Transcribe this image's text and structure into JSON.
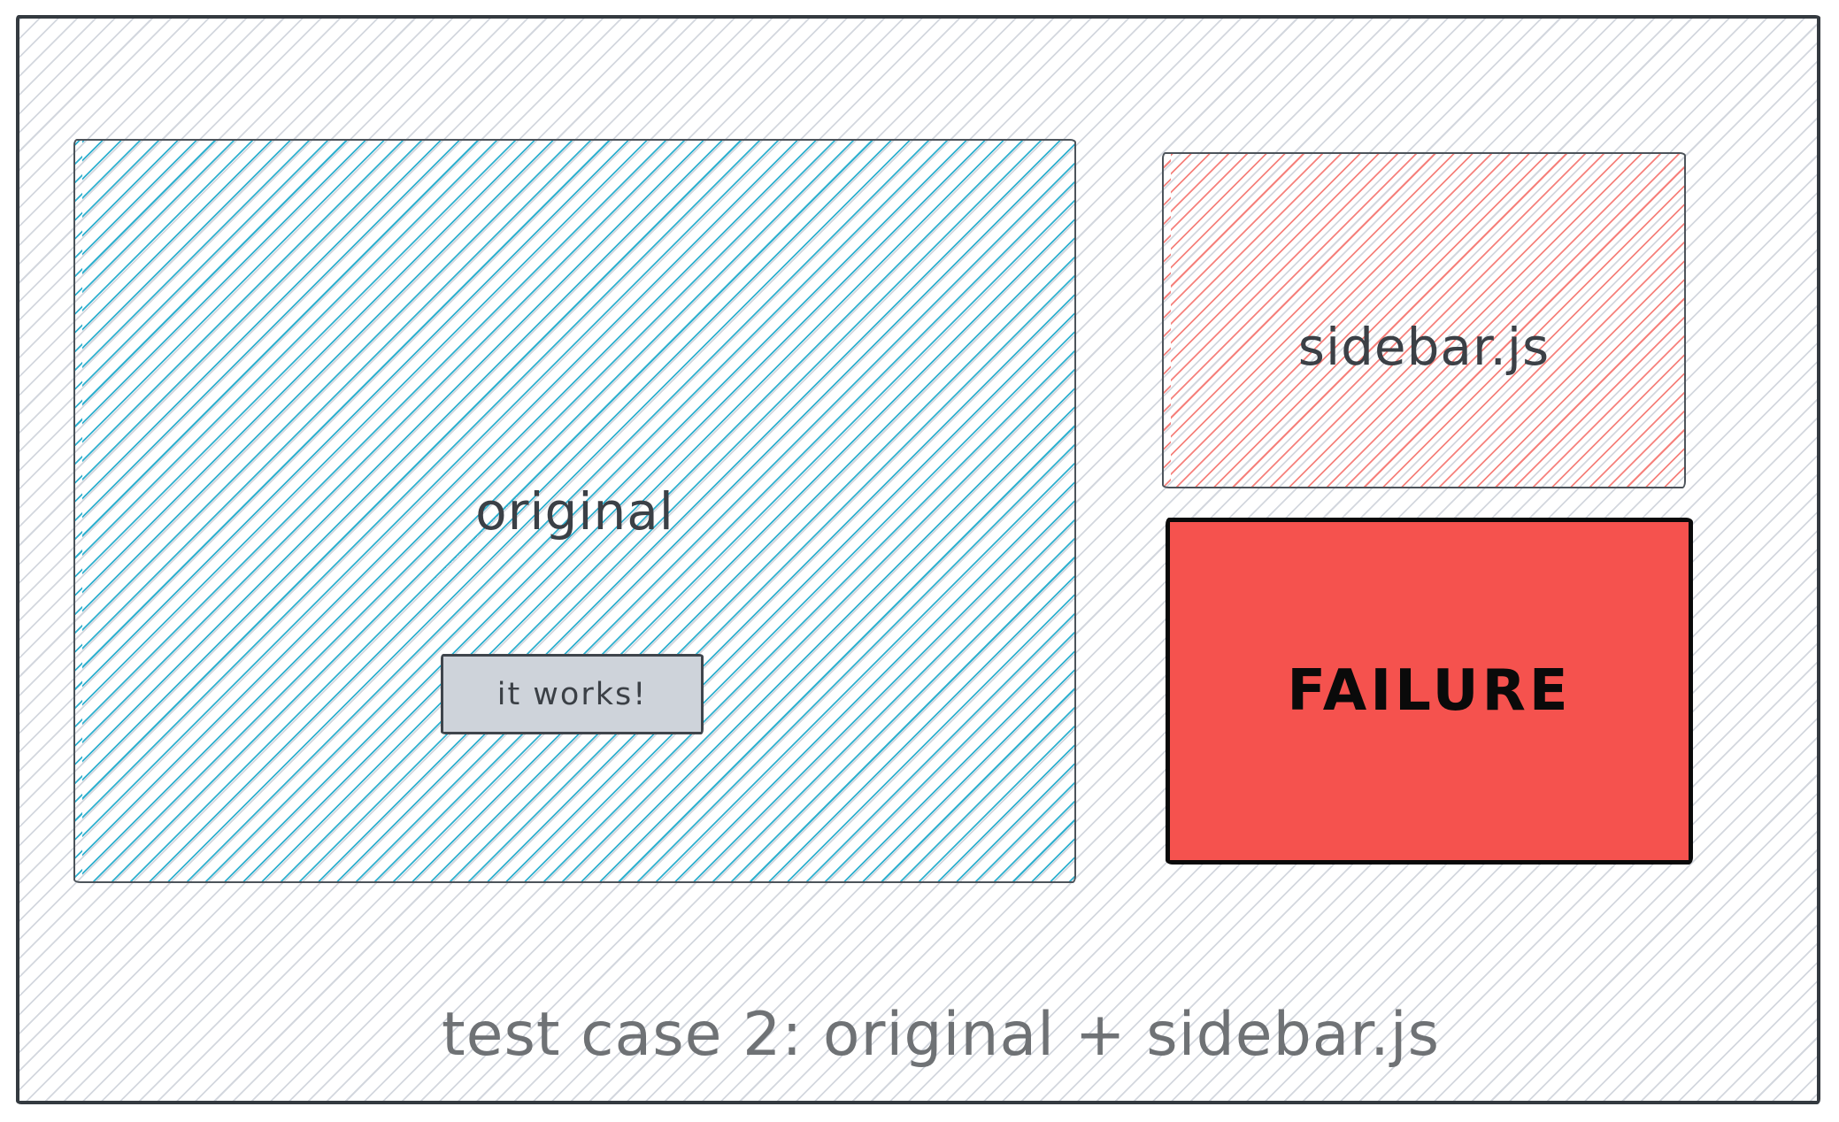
{
  "colors": {
    "frame-border": "#343a40",
    "hatch-gray": "#d3d7de",
    "hatch-cyan": "#2fb0cf",
    "hatch-red": "#f5817c",
    "box-border": "#4d545b",
    "failure-fill": "#f5524e",
    "failure-border": "#0a0a0a",
    "it-works-fill": "#ced3da",
    "it-works-border": "#3f454c",
    "label-ink": "#3b4046",
    "caption-ink": "#6f7275"
  },
  "drawing": {
    "original_label": "original",
    "it_works_label": "it works!",
    "sidebar_label": "sidebar.js",
    "failure_label": "FAILURE",
    "caption": "test case 2: original + sidebar.js"
  }
}
